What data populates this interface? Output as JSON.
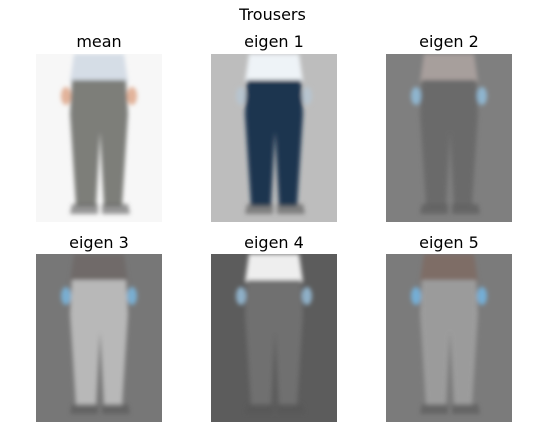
{
  "figure": {
    "title": "Trousers",
    "panels": [
      {
        "label": "mean",
        "description": "average trousers image, light background",
        "colors": {
          "bg": "#f7f7f7",
          "pants": "#7d7e79",
          "shirt": "#d5dde6",
          "hands": "#e2b29a"
        }
      },
      {
        "label": "eigen 1",
        "description": "first principal component",
        "colors": {
          "bg": "#bdbdbd",
          "pants": "#1f3550",
          "shirt": "#eef3f7",
          "hands": "#b7c4cf"
        }
      },
      {
        "label": "eigen 2",
        "description": "second principal component",
        "colors": {
          "bg": "#7f7f7f",
          "pants": "#6b6b6b",
          "shirt": "#a79f9c",
          "hands": "#8fb5cf"
        }
      },
      {
        "label": "eigen 3",
        "description": "third principal component",
        "colors": {
          "bg": "#777777",
          "pants": "#b8b8b8",
          "shirt": "#6f6b69",
          "hands": "#79aed1"
        }
      },
      {
        "label": "eigen 4",
        "description": "fourth principal component",
        "colors": {
          "bg": "#5c5c5c",
          "pants": "#6f6f6f",
          "shirt": "#eeeeee",
          "hands": "#8fb0c8"
        }
      },
      {
        "label": "eigen 5",
        "description": "fifth principal component",
        "colors": {
          "bg": "#7b7b7b",
          "pants": "#9b9b9b",
          "shirt": "#7e6d66",
          "hands": "#74aed5"
        }
      }
    ]
  }
}
